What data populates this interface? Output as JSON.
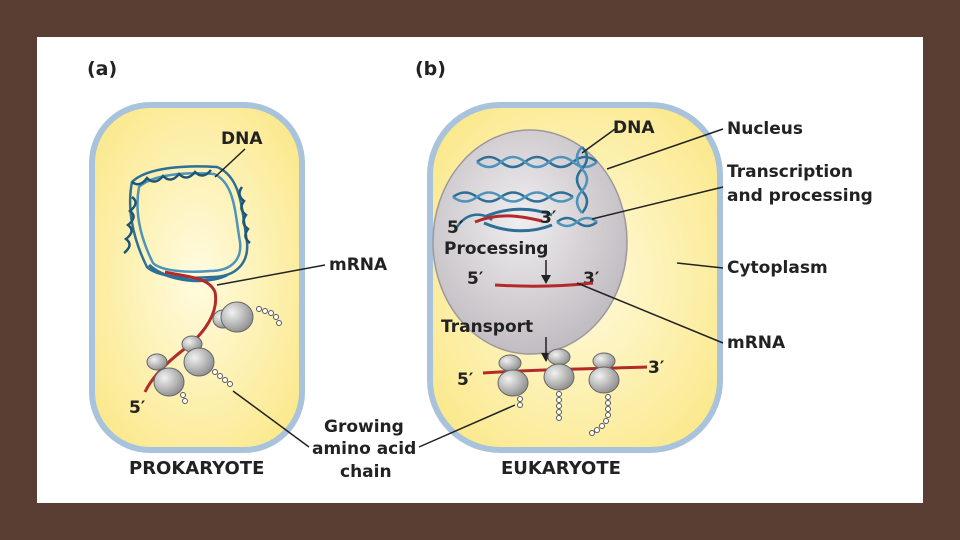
{
  "panels": {
    "a": {
      "tag": "(a)",
      "dna": "DNA",
      "mrna": "m​RNA",
      "five_prime": "5′",
      "title": "PROKARYOTE"
    },
    "b": {
      "tag": "(b)",
      "dna": "DNA",
      "five_prime_top": "5′",
      "three_prime_top": "3′",
      "processing": "Processing",
      "five_prime_mid": "5′",
      "three_prime_mid": "3′",
      "transport": "Transport",
      "five_prime_bottom": "5′",
      "three_prime_bottom": "3′",
      "title": "EUKARYOTE"
    }
  },
  "callouts": {
    "nucleus": "Nucleus",
    "transcription_line1": "Transcription",
    "transcription_line2": "and processing",
    "cytoplasm": "Cytoplasm",
    "mrna": "mRNA",
    "growing_line1": "Growing",
    "growing_line2": "amino acid",
    "growing_line3": "chain"
  },
  "colors": {
    "background": "#5a3e33",
    "cell_fill": "#fdf3b4",
    "cell_border": "#a9c3dc",
    "dna_strand": "#2e6f96",
    "mrna": "#b42a2a",
    "nucleus_fill": "#d6d3d6",
    "ribosome": "#b8b8b8"
  }
}
